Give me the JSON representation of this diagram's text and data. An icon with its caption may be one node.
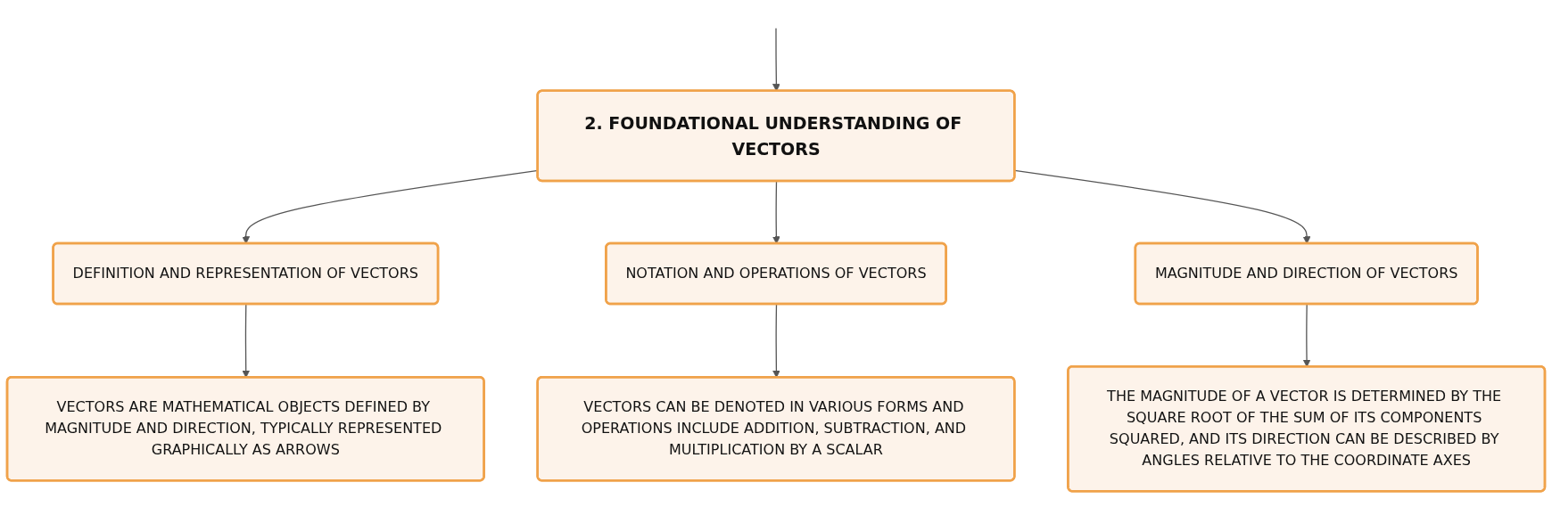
{
  "diagram": {
    "nodes": [
      {
        "text": [
          "2. FOUNDATIONAL UNDERSTANDING OF VECTORS"
        ]
      },
      {
        "text": [
          "DEFINITION AND REPRESENTATION OF VECTORS"
        ]
      },
      {
        "text": [
          "NOTATION AND OPERATIONS OF VECTORS"
        ]
      },
      {
        "text": [
          "MAGNITUDE AND DIRECTION OF VECTORS"
        ]
      },
      {
        "text": [
          "VECTORS ARE MATHEMATICAL OBJECTS DEFINED BY MAGNITUDE AND DIRECTION, TYPICALLY REPRESENTED GRAPHICALLY AS ARROWS"
        ]
      },
      {
        "text": [
          "VECTORS CAN BE DENOTED IN VARIOUS FORMS AND OPERATIONS INCLUDE ADDITION, SUBTRACTION, AND MULTIPLICATION BY A SCALAR"
        ]
      },
      {
        "text": [
          "THE MAGNITUDE OF A VECTOR IS DETERMINED BY THE SQUARE ROOT OF THE SUM OF ITS COMPONENTS SQUARED, AND ITS DIRECTION CAN BE DESCRIBED BY ANGLES RELATIVE TO THE COORDINATE AXES"
        ]
      }
    ],
    "edges": [
      {
        "from": null,
        "to": 0,
        "arrow": "to"
      },
      {
        "from": 0,
        "to": 1,
        "arrow": "to"
      },
      {
        "from": 0,
        "to": 2,
        "arrow": "to"
      },
      {
        "from": 0,
        "to": 3,
        "arrow": "to"
      },
      {
        "from": 1,
        "to": 4,
        "arrow": "to"
      },
      {
        "from": 2,
        "to": 5,
        "arrow": "to"
      },
      {
        "from": 3,
        "to": 6,
        "arrow": "to"
      }
    ]
  }
}
